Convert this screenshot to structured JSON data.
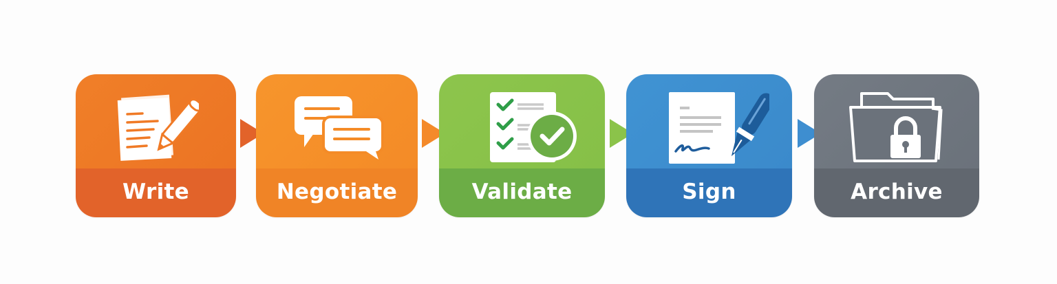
{
  "diagram": {
    "type": "process-flow",
    "direction": "left-to-right",
    "steps": [
      {
        "label": "Write",
        "icon": "document-pencil-icon",
        "color_top": "#f07a26",
        "color_band": "#e2632a"
      },
      {
        "label": "Negotiate",
        "icon": "chat-bubbles-icon",
        "color_top": "#f7922a",
        "color_band": "#f08426"
      },
      {
        "label": "Validate",
        "icon": "checklist-check-icon",
        "color_top": "#8bc34a",
        "color_band": "#6cad46"
      },
      {
        "label": "Sign",
        "icon": "document-fountain-pen-icon",
        "color_top": "#3e8ed0",
        "color_band": "#2f74b8"
      },
      {
        "label": "Archive",
        "icon": "folder-lock-icon",
        "color_top": "#707780",
        "color_band": "#61676f"
      }
    ],
    "connectors": [
      {
        "from": "Write",
        "to": "Negotiate",
        "color": "#e2632a"
      },
      {
        "from": "Negotiate",
        "to": "Validate",
        "color": "#f48a2a"
      },
      {
        "from": "Validate",
        "to": "Sign",
        "color": "#8bc34a"
      },
      {
        "from": "Sign",
        "to": "Archive",
        "color": "#3e8ed0"
      }
    ]
  }
}
